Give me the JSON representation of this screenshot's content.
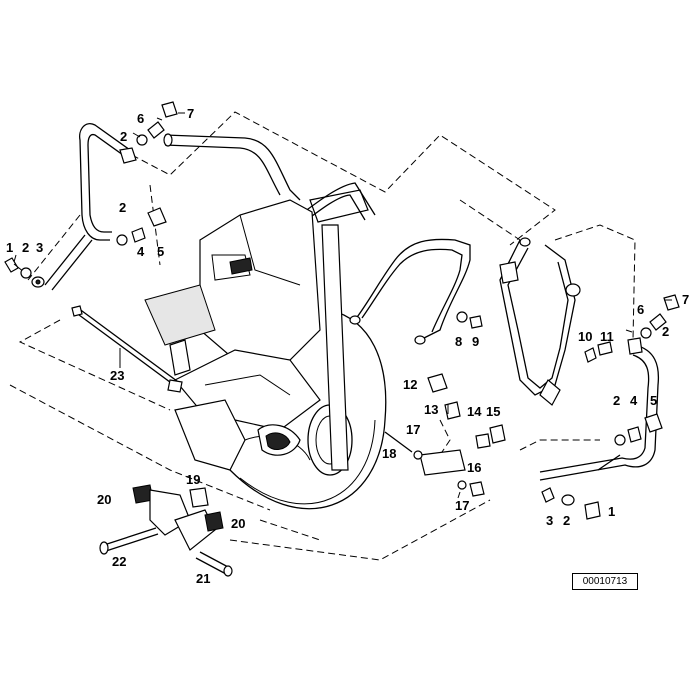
{
  "diagram": {
    "code": "00010713",
    "callouts": {
      "c1a": "1",
      "c2a": "2",
      "c3a": "3",
      "c2b": "2",
      "c4a": "4",
      "c5a": "5",
      "c6a": "6",
      "c7a": "7",
      "c2c": "2",
      "c23": "23",
      "c8": "8",
      "c9": "9",
      "c10": "10",
      "c11": "11",
      "c6b": "6",
      "c7b": "7",
      "c2d": "2",
      "c12": "12",
      "c13": "13",
      "c14": "14",
      "c15": "15",
      "c17a": "17",
      "c18": "18",
      "c16": "16",
      "c17b": "17",
      "c2e": "2",
      "c4b": "4",
      "c5b": "5",
      "c3b": "3",
      "c2f": "2",
      "c1b": "1",
      "c19": "19",
      "c20a": "20",
      "c20b": "20",
      "c22": "22",
      "c21": "21"
    }
  }
}
